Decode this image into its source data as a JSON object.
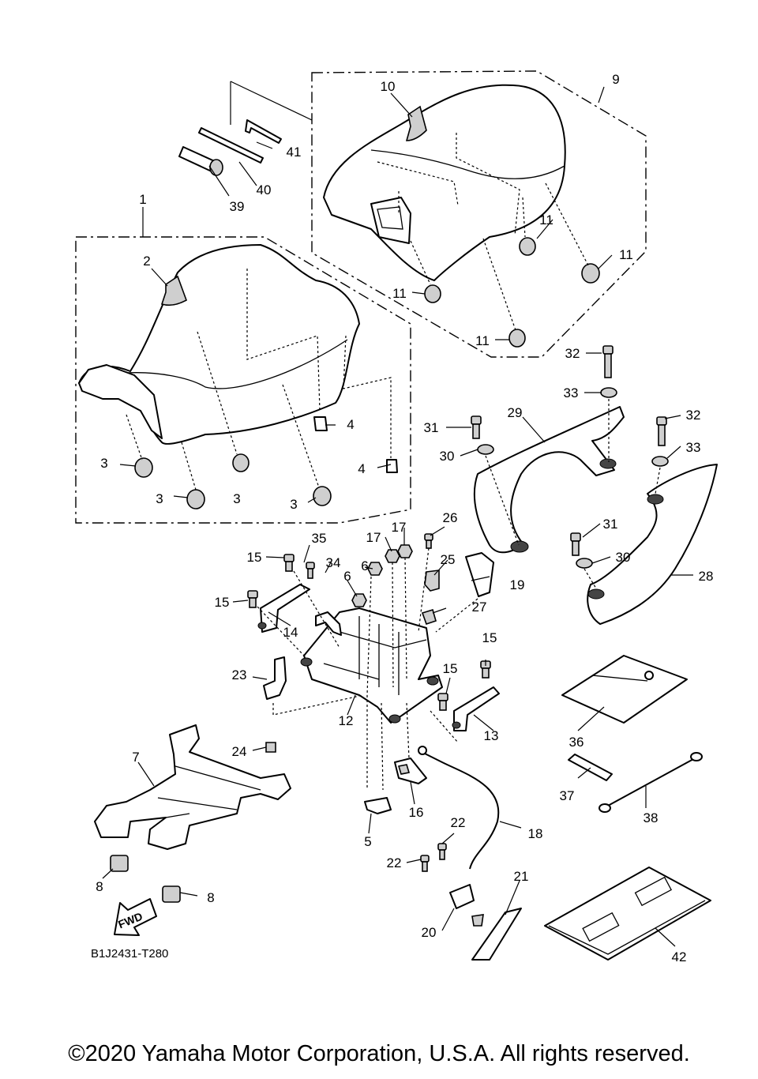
{
  "diagram": {
    "code": "B1J2431-T280",
    "fwd_label": "FWD",
    "callouts": {
      "c1": "1",
      "c2": "2",
      "c3a": "3",
      "c3b": "3",
      "c3c": "3",
      "c3d": "3",
      "c4a": "4",
      "c4b": "4",
      "c5": "5",
      "c6a": "6",
      "c6b": "6",
      "c7": "7",
      "c8a": "8",
      "c8b": "8",
      "c9": "9",
      "c10": "10",
      "c11a": "11",
      "c11b": "11",
      "c11c": "11",
      "c11d": "11",
      "c12": "12",
      "c13": "13",
      "c14": "14",
      "c15a": "15",
      "c15b": "15",
      "c15c": "15",
      "c15d": "15",
      "c16": "16",
      "c17a": "17",
      "c17b": "17",
      "c18": "18",
      "c19": "19",
      "c20": "20",
      "c21": "21",
      "c22a": "22",
      "c22b": "22",
      "c23": "23",
      "c24": "24",
      "c25": "25",
      "c26": "26",
      "c27": "27",
      "c28": "28",
      "c29": "29",
      "c30a": "30",
      "c30b": "30",
      "c31a": "31",
      "c31b": "31",
      "c32a": "32",
      "c32b": "32",
      "c33a": "33",
      "c33b": "33",
      "c34": "34",
      "c35": "35",
      "c36": "36",
      "c37": "37",
      "c38": "38",
      "c39": "39",
      "c40": "40",
      "c41": "41",
      "c42": "42"
    }
  },
  "footer": {
    "copyright": "©2020 Yamaha Motor Corporation, U.S.A. All rights reserved."
  }
}
